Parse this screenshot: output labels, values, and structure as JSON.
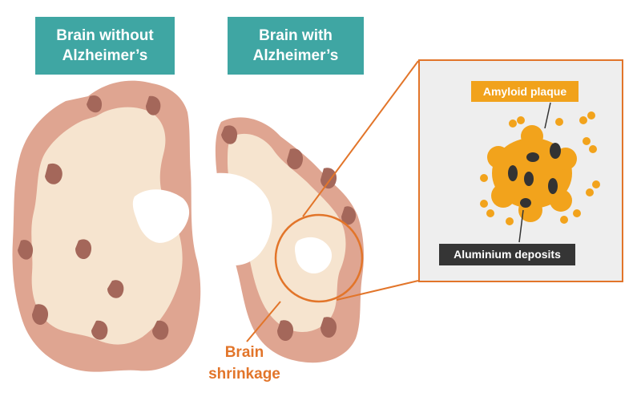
{
  "labels": {
    "healthy_line1": "Brain without",
    "healthy_line2": "Alzheimer’s",
    "alz_line1": "Brain with",
    "alz_line2": "Alzheimer’s"
  },
  "annotations": {
    "shrink_line1": "Brain",
    "shrink_line2": "shrinkage",
    "amyloid": "Amyloid plaque",
    "aluminium": "Aluminium deposits"
  },
  "colors": {
    "teal": "#3fa6a3",
    "orange": "#e2752a",
    "plaque": "#f2a31c",
    "deposit": "#333333",
    "cortex": "#dfa591",
    "white_matter": "#f6e4cf",
    "sulcus": "#a4675a"
  }
}
